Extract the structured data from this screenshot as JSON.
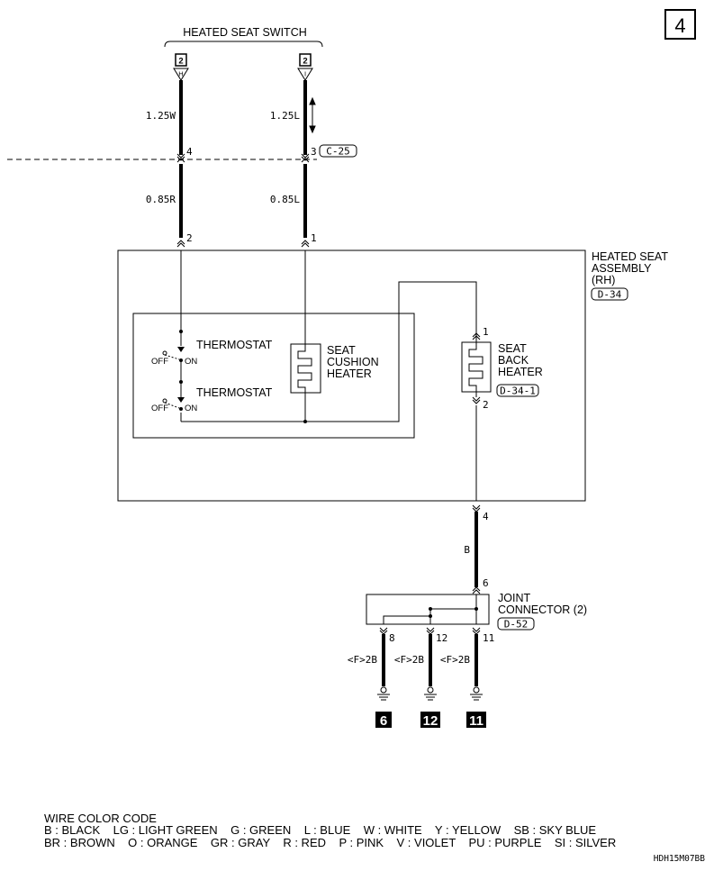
{
  "page_number": "4",
  "switch": {
    "title": "HEATED SEAT SWITCH",
    "left_connector": "2",
    "left_pin": "H",
    "right_connector": "2",
    "right_pin": "I"
  },
  "wires": {
    "upper_left": "1.25W",
    "upper_right": "1.25L",
    "mid_left": "0.85R",
    "mid_right": "0.85L",
    "ground_main": "B",
    "ground_a": "<F>2B",
    "ground_b": "<F>2B",
    "ground_c": "<F>2B"
  },
  "pins": {
    "c25_left": "4",
    "c25_right": "3",
    "d34_left": "2",
    "d34_right": "1",
    "back_top": "1",
    "back_bottom": "2",
    "joint_in_top": "4",
    "joint_in": "6",
    "joint_out_1": "8",
    "joint_out_2": "12",
    "joint_out_3": "11"
  },
  "connectors": {
    "c25": "C-25",
    "d34": "D-34",
    "d34_1": "D-34-1",
    "d52": "D-52"
  },
  "assembly": {
    "line1": "HEATED SEAT",
    "line2": "ASSEMBLY",
    "line3": "(RH)"
  },
  "thermostat": {
    "upper": "THERMOSTAT",
    "lower": "THERMOSTAT",
    "off": "OFF",
    "on": "ON"
  },
  "cushion_heater": {
    "line1": "SEAT",
    "line2": "CUSHION",
    "line3": "HEATER"
  },
  "back_heater": {
    "line1": "SEAT",
    "line2": "BACK",
    "line3": "HEATER"
  },
  "joint_connector": {
    "line1": "JOINT",
    "line2": "CONNECTOR (2)"
  },
  "grounds": [
    "6",
    "12",
    "11"
  ],
  "legend": {
    "title": "WIRE COLOR CODE",
    "row1": "B : BLACK    LG : LIGHT GREEN    G : GREEN    L : BLUE    W : WHITE    Y : YELLOW    SB : SKY BLUE",
    "row2": "BR : BROWN    O : ORANGE    GR : GRAY    R : RED    P : PINK    V : VIOLET    PU : PURPLE    SI : SILVER"
  },
  "figure_code": "HDH15M07BB"
}
